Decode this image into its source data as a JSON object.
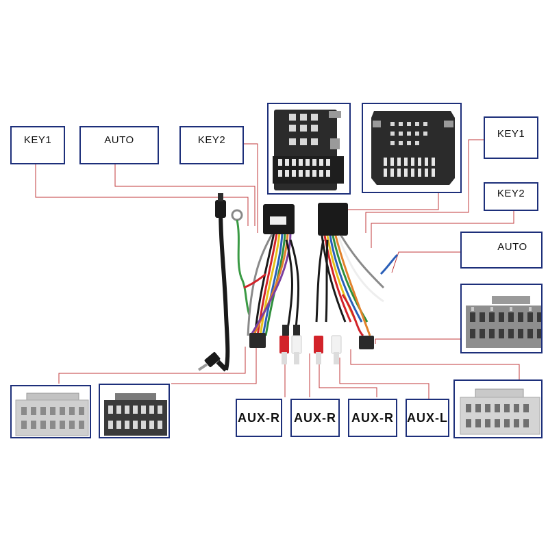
{
  "labels": {
    "left_key1": "KEY1",
    "left_auto": "AUTO",
    "left_key2": "KEY2",
    "right_key1": "KEY1",
    "right_key2": "KEY2",
    "right_auto": "AUTO",
    "aux_r1": "AUX-R",
    "aux_r2": "AUX-R",
    "aux_r3": "AUX-R",
    "aux_l": "AUX-L"
  },
  "colors": {
    "frame_border": "#1d2f7a",
    "leader_line": "#c0393b",
    "connector_dark": "#2b2b2b",
    "connector_gray": "#b9b9b9",
    "wire_black": "#1a1a1a",
    "wire_red": "#d2232a",
    "wire_yellow": "#e6c21a",
    "wire_blue": "#2a5fb8",
    "wire_green": "#2f8f3b",
    "wire_orange": "#e2812b",
    "wire_white": "#eeeeee",
    "wire_purple": "#7b3fa0",
    "wire_gray": "#8a8a8a"
  },
  "icons": {
    "top_left_connector": "quadlock-connector-icon",
    "top_right_connector": "quadlock-connector-icon",
    "right_middle_connector": "iso-plug-icon",
    "bottom_left_gray_connector": "iso-plug-icon",
    "bottom_left_dark_connector": "iso-plug-icon",
    "bottom_right_connector": "iso-plug-icon",
    "audio_jack": "3-5mm-jack-icon",
    "rca_plug": "rca-plug-icon"
  }
}
